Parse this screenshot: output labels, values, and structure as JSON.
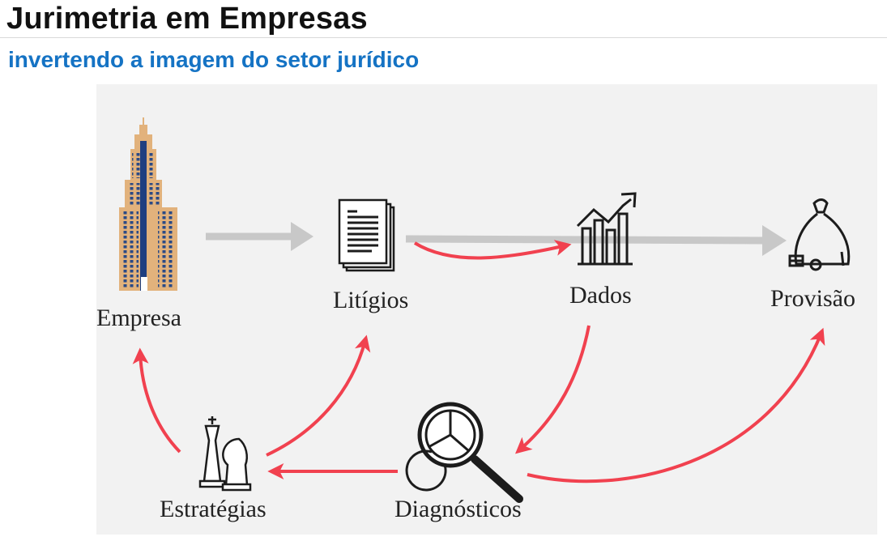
{
  "page": {
    "title": "Jurimetria em Empresas",
    "subtitle": "invertendo a imagem do setor jurídico"
  },
  "diagram": {
    "nodes": [
      {
        "id": "empresa",
        "label": "Empresa",
        "icon": "skyscraper-icon"
      },
      {
        "id": "litigios",
        "label": "Litígios",
        "icon": "documents-icon"
      },
      {
        "id": "dados",
        "label": "Dados",
        "icon": "bar-chart-growth-icon"
      },
      {
        "id": "provisao",
        "label": "Provisão",
        "icon": "money-bag-icon"
      },
      {
        "id": "diagnosticos",
        "label": "Diagnósticos",
        "icon": "magnifier-pie-chart-icon"
      },
      {
        "id": "estrategias",
        "label": "Estratégias",
        "icon": "chess-pieces-icon"
      }
    ],
    "flows": [
      {
        "from": "empresa",
        "to": "litigios",
        "style": "gray"
      },
      {
        "from": "litigios",
        "to": "provisao",
        "style": "gray"
      },
      {
        "from": "litigios",
        "to": "dados",
        "style": "red"
      },
      {
        "from": "dados",
        "to": "diagnosticos",
        "style": "red"
      },
      {
        "from": "diagnosticos",
        "to": "provisao",
        "style": "red"
      },
      {
        "from": "diagnosticos",
        "to": "estrategias",
        "style": "red"
      },
      {
        "from": "estrategias",
        "to": "litigios",
        "style": "red"
      },
      {
        "from": "estrategias",
        "to": "empresa",
        "style": "red"
      }
    ],
    "colors": {
      "gray_arrow": "#c8c8c8",
      "red_arrow": "#f1414f",
      "background": "#f2f2f2"
    }
  }
}
